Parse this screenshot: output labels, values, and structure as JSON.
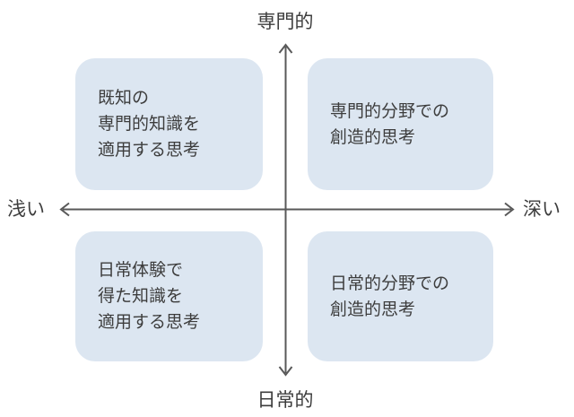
{
  "diagram": {
    "title": "thinking-depth-quadrant",
    "axes": {
      "top_label": "専門的",
      "bottom_label": "日常的",
      "left_label": "浅い",
      "right_label": "深い"
    },
    "quadrants": {
      "top_left": "既知の\n専門的知識を\n適用する思考",
      "top_right": "専門的分野での\n創造的思考",
      "bottom_left": "日常体験で\n得た知識を\n適用する思考",
      "bottom_right": "日常的分野での\n創造的思考"
    },
    "colors": {
      "box_fill": "#dce6f1",
      "axis_line": "#595959",
      "text": "#3d3d3d",
      "background": "#ffffff"
    }
  }
}
